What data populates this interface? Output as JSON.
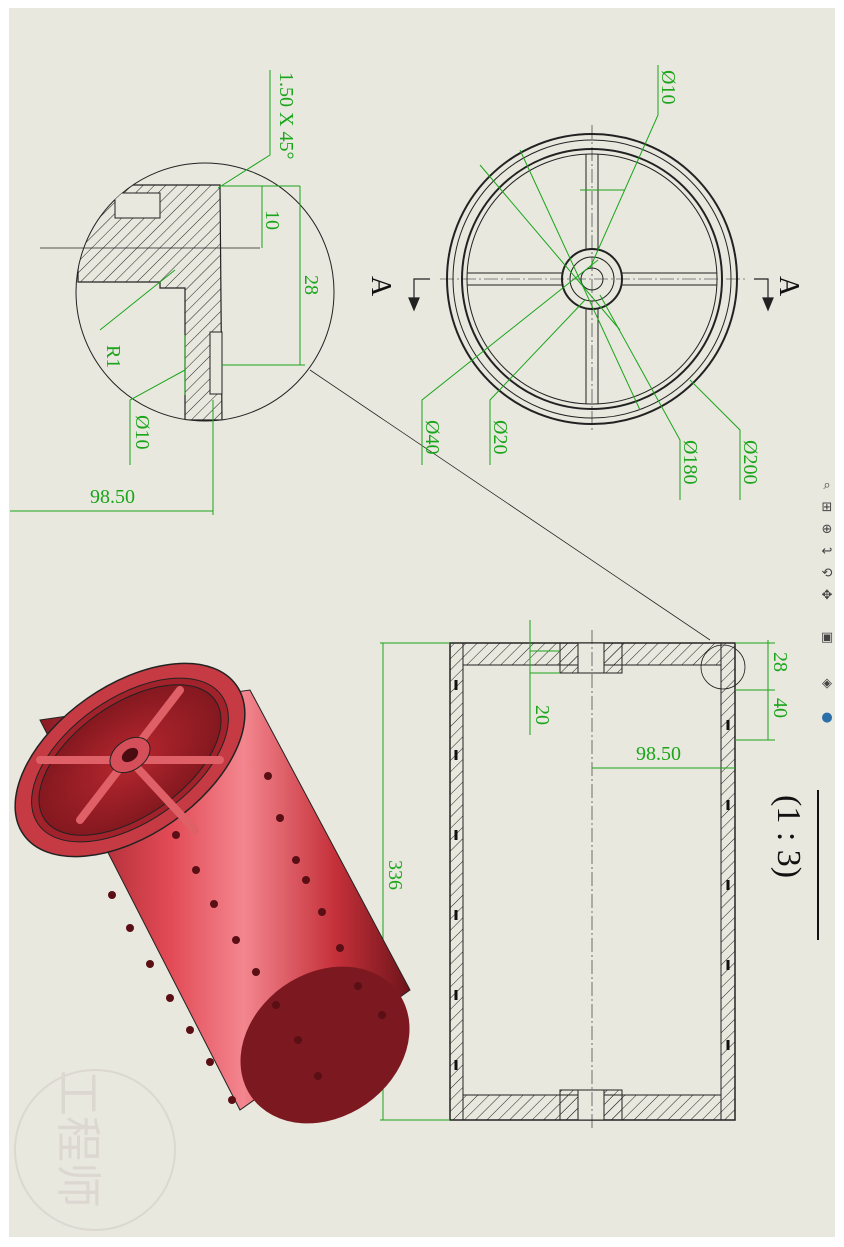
{
  "top_view": {
    "chamfer": "1.50 X 45°",
    "dim_10_vertical": "10",
    "dim_28": "28",
    "radius": "R1",
    "hole_dia": "Ø10",
    "offset": "98.50",
    "hub_hole_dia": "Ø10",
    "inner_hub_dia": "Ø20",
    "outer_hub_dia": "Ø40",
    "inner_ring_dia": "Ø180",
    "outer_ring_dia": "Ø200",
    "section_label_left": "A",
    "section_label_right": "A"
  },
  "section_view": {
    "length": "336",
    "spoke_width": "20",
    "offset": "98.50",
    "dim_28": "28",
    "dim_40": "40",
    "scale": "(1 : 3)",
    "title_hidden": ""
  },
  "watermark": {
    "text": "工程师"
  },
  "toolbar": {
    "icons": [
      "zoom-fit-icon",
      "zoom-area-icon",
      "zoom-icon",
      "previous-view-icon",
      "rotate-icon",
      "pan-icon",
      "display-style-icon",
      "view-orient-icon",
      "appearance-icon"
    ]
  },
  "colors": {
    "dimension": "#1aa51a",
    "part_red": "#c8303a",
    "sheet": "#e8e8df"
  }
}
